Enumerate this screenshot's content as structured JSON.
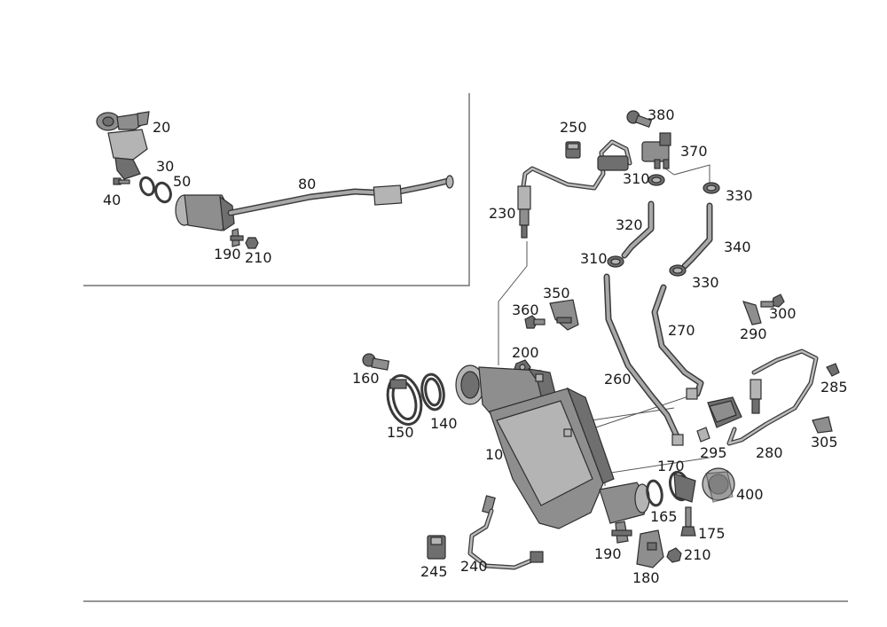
{
  "labels": {
    "l20": "20",
    "l30": "30",
    "l40": "40",
    "l50": "50",
    "l80": "80",
    "l190a": "190",
    "l210a": "210",
    "l250": "250",
    "l380": "380",
    "l370": "370",
    "l310a": "310",
    "l330a": "330",
    "l230": "230",
    "l320": "320",
    "l340": "340",
    "l310b": "310",
    "l330b": "330",
    "l350": "350",
    "l360": "360",
    "l300": "300",
    "l290": "290",
    "l270": "270",
    "l200": "200",
    "l160": "160",
    "l260": "260",
    "l285": "285",
    "l150": "150",
    "l140": "140",
    "l10": "10",
    "l295": "295",
    "l280": "280",
    "l305": "305",
    "l170": "170",
    "l400": "400",
    "l165": "165",
    "l175": "175",
    "l190b": "190",
    "l210b": "210",
    "l180": "180",
    "l240": "240",
    "l245": "245"
  }
}
